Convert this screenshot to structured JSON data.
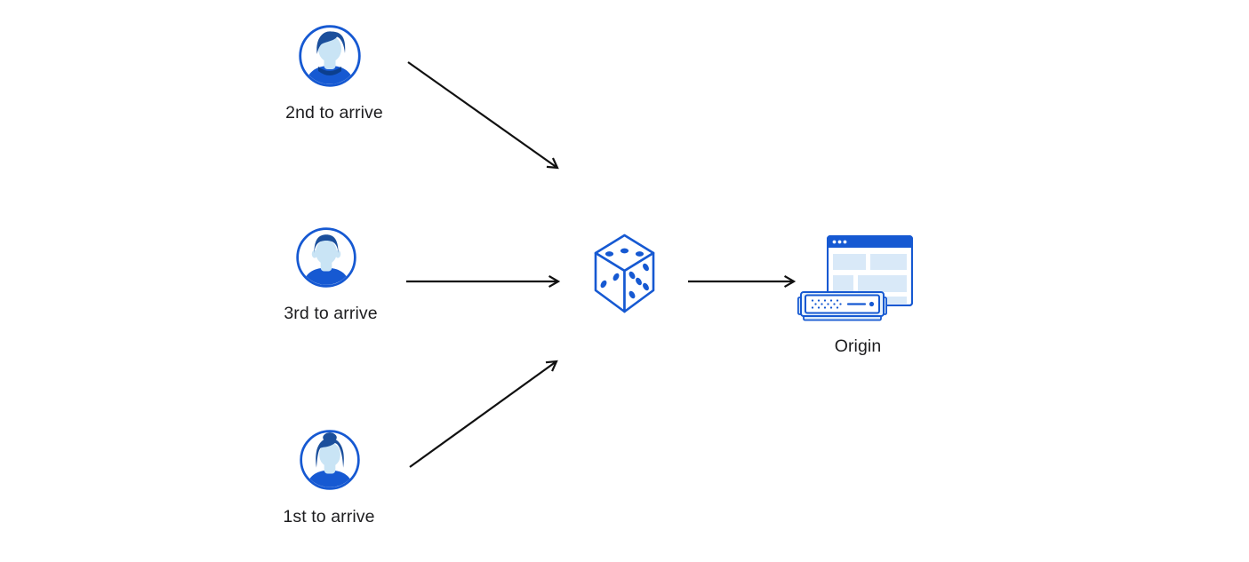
{
  "diagram": {
    "title": "request-coalescing-diagram",
    "nodes": {
      "user_second": {
        "label": "2nd to arrive",
        "icon": "male-avatar-swept-hair-icon"
      },
      "user_third": {
        "label": "3rd to arrive",
        "icon": "male-avatar-short-hair-icon"
      },
      "user_first": {
        "label": "1st to arrive",
        "icon": "female-avatar-bun-icon"
      },
      "dice": {
        "icon": "dice-icon"
      },
      "origin": {
        "label": "Origin",
        "icon": "origin-browser-server-icon"
      }
    },
    "edges": [
      {
        "from": "user_second",
        "to": "dice"
      },
      {
        "from": "user_third",
        "to": "dice"
      },
      {
        "from": "user_first",
        "to": "dice"
      },
      {
        "from": "dice",
        "to": "origin"
      }
    ]
  },
  "colors": {
    "primary-blue": "#1659d2",
    "hair-blue": "#1b4f9c",
    "collar-navy": "#0c3f8e",
    "skin-blue": "#c9e4f5",
    "pale-blue": "#d9e9f8",
    "glow-blue": "#e6f1fb",
    "arrow-black": "#111111",
    "text-color": "#1d1d1f",
    "background": "#ffffff"
  }
}
